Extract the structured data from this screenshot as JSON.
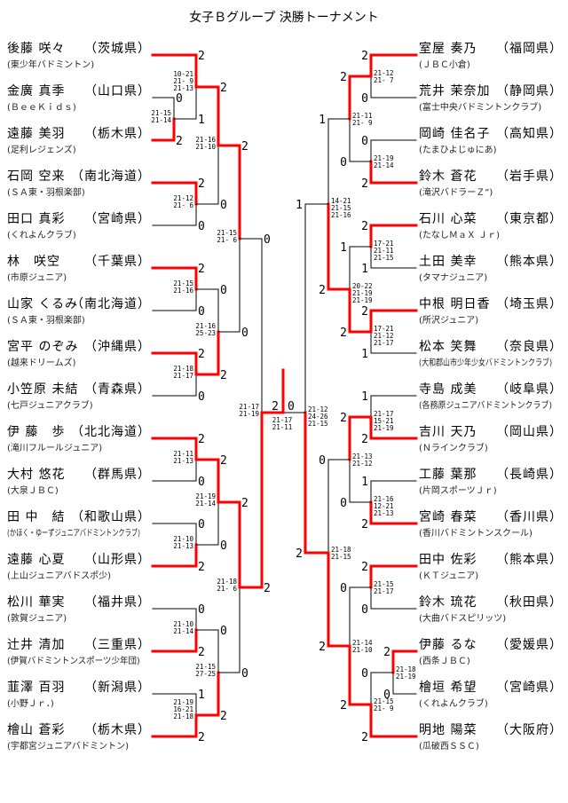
{
  "title": "女子Ｂグループ 決勝トーナメント",
  "colors": {
    "winner_line": "#ff0000",
    "line": "#000000"
  },
  "left_players": [
    {
      "name": "後藤 咲々",
      "pref": "（茨城県）",
      "team": "(東少年バドミントン)"
    },
    {
      "name": "金廣 真季",
      "pref": "（山口県）",
      "team": "(ＢｅｅＫｉｄｓ)"
    },
    {
      "name": "遠藤 美羽",
      "pref": "（栃木県）",
      "team": "(足利レジェンズ)"
    },
    {
      "name": "石岡 空来",
      "pref": "（南北海道）",
      "team": "(ＳＡ東・羽根楽部)"
    },
    {
      "name": "田口 真彩",
      "pref": "（宮崎県）",
      "team": "(くれよんクラブ)"
    },
    {
      "name": "林　咲空",
      "pref": "（千葉県）",
      "team": "(市原ジュニア)"
    },
    {
      "name": "山家 くるみ",
      "pref": "（南北海道）",
      "team": "(ＳＡ東・羽根楽部)"
    },
    {
      "name": "宮平 のぞみ",
      "pref": "（沖縄県）",
      "team": "(越来ドリームズ)"
    },
    {
      "name": "小笠原 未結",
      "pref": "（青森県）",
      "team": "(七戸ジュニアクラブ)"
    },
    {
      "name": "伊 藤　歩",
      "pref": "（北北海道）",
      "team": "(滝川フルールジュニア)"
    },
    {
      "name": "大村 悠花",
      "pref": "（群馬県）",
      "team": "(大泉ＪＢＣ)"
    },
    {
      "name": "田 中　結",
      "pref": "（和歌山県）",
      "team": "(かほく・ゆーずジュニアバドミントンクラブ)"
    },
    {
      "name": "遠藤 心夏",
      "pref": "（山形県）",
      "team": "(上山ジュニアバドスポ少)"
    },
    {
      "name": "松川 華実",
      "pref": "（福井県）",
      "team": "(敦賀ジュニア)"
    },
    {
      "name": "辻井 清加",
      "pref": "（三重県）",
      "team": "(伊賀バドミントンスポーツ少年団)"
    },
    {
      "name": "韮澤 百羽",
      "pref": "（新潟県）",
      "team": "(小野Ｊｒ．)"
    },
    {
      "name": "檜山 蒼彩",
      "pref": "（栃木県）",
      "team": "(宇都宮ジュニアバドミントン)"
    }
  ],
  "right_players": [
    {
      "name": "室屋 奏乃",
      "pref": "（福岡県）",
      "team": "(ＪＢＣ小倉)"
    },
    {
      "name": "荒井 茉奈加",
      "pref": "（静岡県）",
      "team": "(富士中央バドミントンクラブ)"
    },
    {
      "name": "岡崎 佳名子",
      "pref": "（高知県）",
      "team": "(たまひよじゅにあ)"
    },
    {
      "name": "鈴木 蒼花",
      "pref": "（岩手県）",
      "team": "(滝沢バドラーＺ”)"
    },
    {
      "name": "石川 心菜",
      "pref": "（東京都）",
      "team": "(たなしＭａＸ Ｊｒ)"
    },
    {
      "name": "土田 美幸",
      "pref": "（熊本県）",
      "team": "(タマナジュニア)"
    },
    {
      "name": "中根 明日香",
      "pref": "（埼玉県）",
      "team": "(所沢ジュニア)"
    },
    {
      "name": "松本 笑舞",
      "pref": "（奈良県）",
      "team": "(大和郡山市少年少女バドミントンクラブ)"
    },
    {
      "name": "寺島 成美",
      "pref": "（岐阜県）",
      "team": "(各務原ジュニアバドミントンクラブ)"
    },
    {
      "name": "吉川 天乃",
      "pref": "（岡山県）",
      "team": "(Ｎラインクラブ)"
    },
    {
      "name": "工藤 葉那",
      "pref": "（長崎県）",
      "team": "(片岡スポーツＪｒ)"
    },
    {
      "name": "宮崎 春菜",
      "pref": "（香川県）",
      "team": "(香川バドミントンスクール)"
    },
    {
      "name": "田中 佐彩",
      "pref": "（熊本県）",
      "team": "(ＫＴジュニア)"
    },
    {
      "name": "鈴木 琉花",
      "pref": "（秋田県）",
      "team": "(大曲バドスピリッツ)"
    },
    {
      "name": "伊藤 るな",
      "pref": "（愛媛県）",
      "team": "(西条ＪＢＣ)"
    },
    {
      "name": "檜垣 希望",
      "pref": "（宮崎県）",
      "team": "(くれよんクラブ)"
    },
    {
      "name": "明地 陽菜",
      "pref": "（大阪府）",
      "team": "(瓜破西ＳＳＣ)"
    }
  ],
  "matches": {
    "A": {
      "games": [
        0,
        2
      ],
      "scores": [
        "21-15",
        "21-14"
      ]
    },
    "B": {
      "games": [
        2,
        1
      ],
      "scores": [
        "10-21",
        "21- 9",
        "21-13"
      ]
    },
    "C": {
      "games": [
        2,
        0
      ],
      "scores": [
        "21-12",
        "21- 6"
      ]
    },
    "D": {
      "games": [
        2,
        0
      ],
      "scores": [
        "21-16",
        "21-10"
      ]
    },
    "E": {
      "games": [
        2,
        0
      ],
      "scores": [
        "21-15",
        "21-16"
      ]
    },
    "F": {
      "games": [
        2,
        0
      ],
      "scores": [
        "21-18",
        "21-17"
      ]
    },
    "G": {
      "games": [
        0,
        2
      ],
      "scores": [
        "21-16",
        "25-23"
      ]
    },
    "H": {
      "games": [
        2,
        0
      ],
      "scores": [
        "21-15",
        "21- 6"
      ]
    },
    "I": {
      "games": [
        2,
        0
      ],
      "scores": [
        "21-11",
        "21-13"
      ]
    },
    "J": {
      "games": [
        0,
        2
      ],
      "scores": [
        "21-10",
        "21-13"
      ]
    },
    "K": {
      "games": [
        2,
        0
      ],
      "scores": [
        "21-19",
        "21-14"
      ]
    },
    "L": {
      "games": [
        0,
        2
      ],
      "scores": [
        "21-10",
        "21-14"
      ]
    },
    "M": {
      "games": [
        1,
        2
      ],
      "scores": [
        "21-19",
        "16-21",
        "21-18"
      ]
    },
    "N": {
      "games": [
        0,
        2
      ],
      "scores": [
        "21-15",
        "27-25"
      ]
    },
    "O": {
      "games": [
        2,
        0
      ],
      "scores": [
        "21-18",
        "21- 6"
      ]
    },
    "LF": {
      "games": [
        0,
        2
      ],
      "scores": [
        "21-17",
        "21-19"
      ]
    },
    "RA": {
      "games": [
        2,
        0
      ],
      "scores": [
        "21-12",
        "21- 7"
      ]
    },
    "RB": {
      "games": [
        0,
        2
      ],
      "scores": [
        "21-19",
        "21-14"
      ]
    },
    "RC": {
      "games": [
        2,
        0
      ],
      "scores": [
        "21-11",
        "21- 9"
      ]
    },
    "RD": {
      "games": [
        2,
        1
      ],
      "scores": [
        "17-21",
        "21-11",
        "21-15"
      ]
    },
    "RE": {
      "games": [
        2,
        1
      ],
      "scores": [
        "17-21",
        "21-12",
        "21-17"
      ]
    },
    "RF": {
      "games": [
        1,
        2
      ],
      "scores": [
        "20-22",
        "21-19",
        "21-19"
      ]
    },
    "RG": {
      "games": [
        1,
        2
      ],
      "scores": [
        "14-21",
        "21-15",
        "21-16"
      ]
    },
    "RH": {
      "games": [
        1,
        2
      ],
      "scores": [
        "21-17",
        "15-21",
        "21-19"
      ]
    },
    "RI": {
      "games": [
        1,
        2
      ],
      "scores": [
        "21-16",
        "12-21",
        "21-13"
      ]
    },
    "RJ": {
      "games": [
        2,
        0
      ],
      "scores": [
        "21-13",
        "21-12"
      ]
    },
    "RK": {
      "games": [
        2,
        0
      ],
      "scores": [
        "21-15",
        "21-17"
      ]
    },
    "RL": {
      "games": [
        2,
        0
      ],
      "scores": [
        "21-18",
        "21-19"
      ]
    },
    "RM": {
      "games": [
        0,
        2
      ],
      "scores": [
        "21-15",
        "21- 9"
      ]
    },
    "RN": {
      "games": [
        0,
        2
      ],
      "scores": [
        "21-14",
        "21-10"
      ]
    },
    "RO": {
      "games": [
        0,
        2
      ],
      "scores": [
        "21-18",
        "21-15"
      ]
    },
    "RP": {
      "games": [
        1,
        2
      ],
      "scores": [
        "21-12",
        "24-26",
        "21-15"
      ]
    },
    "final": {
      "games": [
        2,
        0
      ],
      "scores": [
        "21-17",
        "21-11"
      ]
    }
  }
}
